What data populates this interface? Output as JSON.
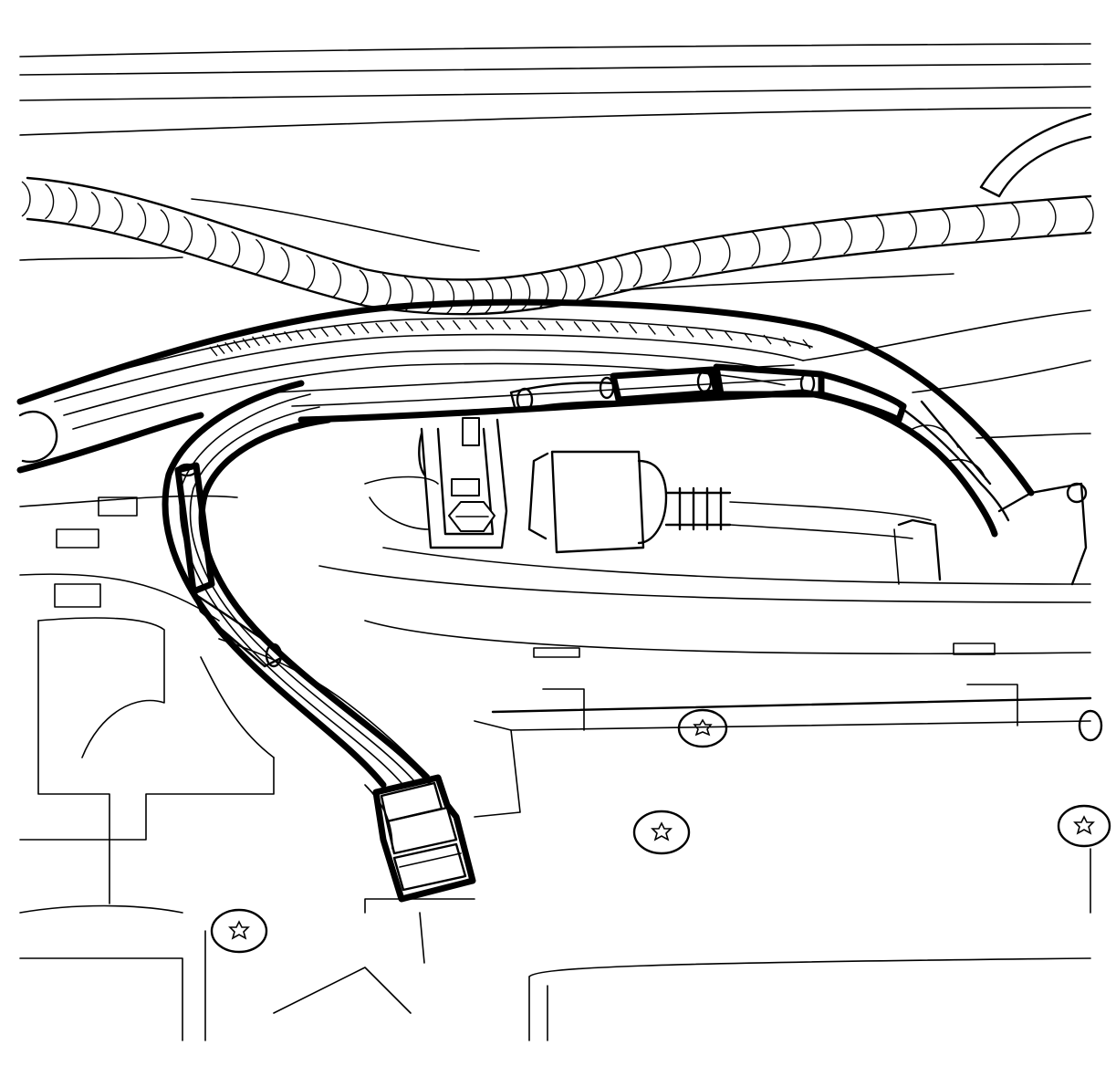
{
  "diagram": {
    "style": "black line art on white background",
    "colors": {
      "background": "#ffffff",
      "line": "#000000"
    },
    "components": [
      "convoluted-wire-conduit",
      "wiring-harness-bundle",
      "harness-branch",
      "electrical-connector",
      "tape-wrap-sections",
      "mounting-bracket",
      "hex-bolt",
      "torx-fasteners",
      "hose-clamp-component",
      "engine-cover"
    ]
  }
}
